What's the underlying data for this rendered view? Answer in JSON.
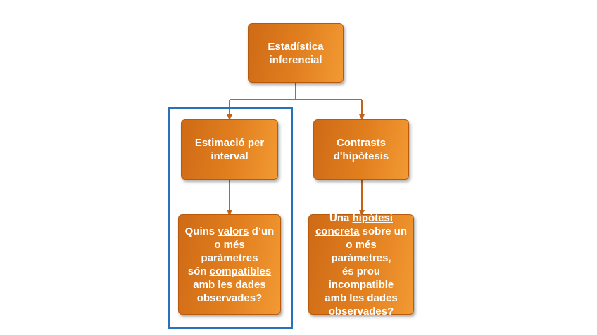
{
  "diagram": {
    "root": {
      "line1": "Estadística",
      "line2": "inferencial"
    },
    "left_branch": {
      "title": {
        "line1": "Estimació per",
        "line2": "interval"
      },
      "question": {
        "l1a": "Quins ",
        "l1b": "valors",
        "l1c": " d’un",
        "l2": "o més paràmetres",
        "l3a": "són ",
        "l3b": "compatibles",
        "l4": "amb les dades",
        "l5": "observades?"
      }
    },
    "right_branch": {
      "title": {
        "line1": "Contrasts",
        "line2": "d'hipòtesis"
      },
      "question": {
        "l1a": "Una ",
        "l1b": "hipòtesi",
        "l2a": "concreta",
        "l2b": " sobre un",
        "l3": "o més paràmetres,",
        "l4": "és prou",
        "l5": "incompatible",
        "l6": "amb les dades",
        "l7": "observades?"
      }
    },
    "colors": {
      "box_fill": "#e2801f",
      "box_border": "#b85a0e",
      "connector": "#c0631b",
      "highlight": "#2a72b8"
    }
  }
}
